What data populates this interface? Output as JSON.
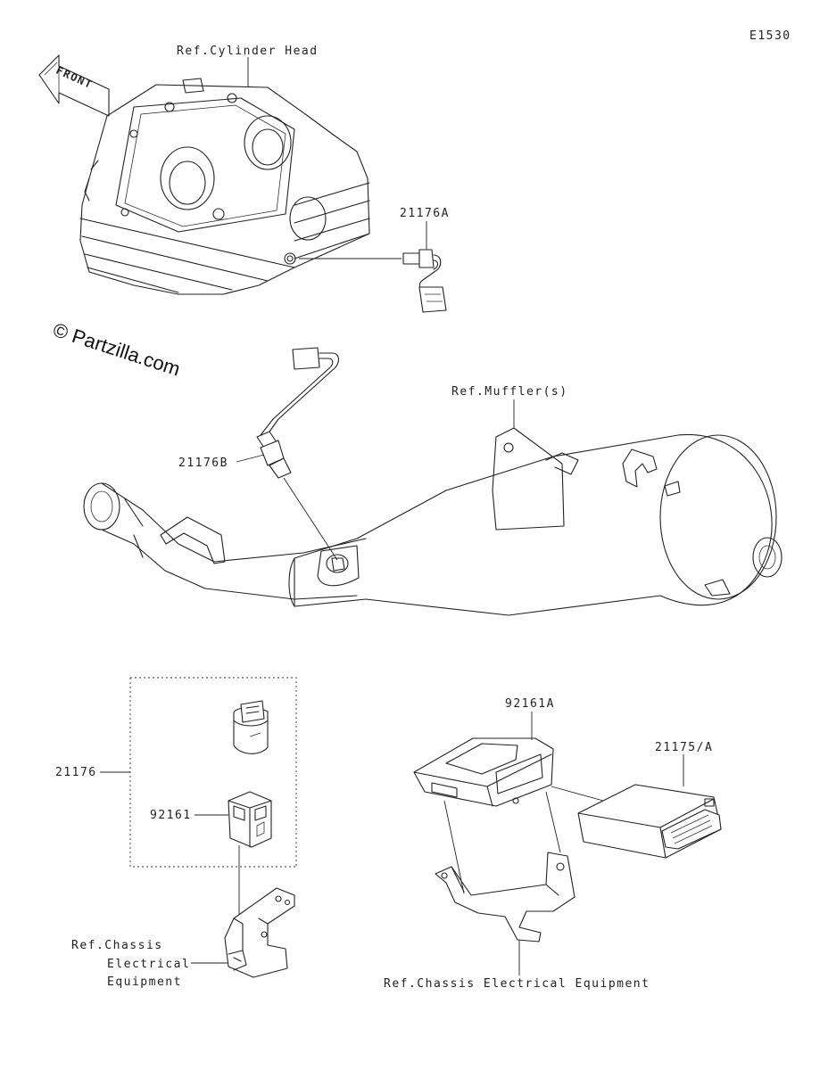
{
  "diagram_code": "E1530",
  "watermark": "© Partzilla.com",
  "direction": {
    "label": "FRONT",
    "icon": "front-arrow-icon"
  },
  "labels": {
    "ref_cylinder_head": "Ref.Cylinder Head",
    "part_21176A": "21176A",
    "part_21176B": "21176B",
    "ref_mufflers": "Ref.Muffler(s)",
    "part_21176": "21176",
    "part_92161": "92161",
    "ref_chassis_line1": "Ref.Chassis",
    "ref_chassis_line2": "Electrical",
    "ref_chassis_line3": "Equipment",
    "part_92161A": "92161A",
    "part_21175A": "21175/A",
    "ref_chassis_full": "Ref.Chassis Electrical Equipment"
  }
}
